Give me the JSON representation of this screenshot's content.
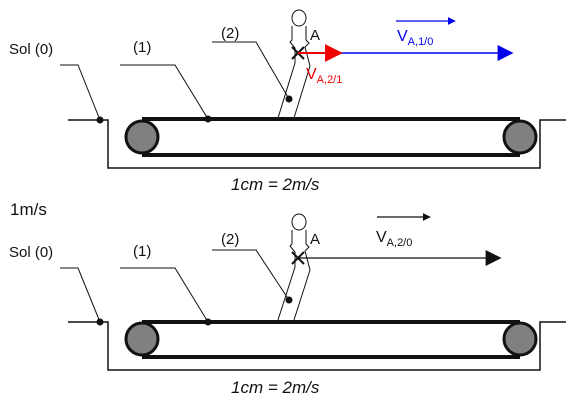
{
  "colors": {
    "ground": "#111111",
    "belt": "#111111",
    "roller": "#808080",
    "v_a10": "#0000ee",
    "v_a21": "#ee0000",
    "v_a20": "#111111"
  },
  "top": {
    "labels": {
      "sol": "Sol (0)",
      "belt": "(1)",
      "person": "(2)",
      "point": "A"
    },
    "vectors": {
      "v_a10": {
        "letter": "V",
        "sub": "A,1/0"
      },
      "v_a21": {
        "letter": "V",
        "sub": "A,2/1"
      }
    },
    "scale": "1cm = 2m/s"
  },
  "bottom": {
    "speed_label": "1m/s",
    "labels": {
      "sol": "Sol (0)",
      "belt": "(1)",
      "person": "(2)",
      "point": "A"
    },
    "vectors": {
      "v_a20": {
        "letter": "V",
        "sub": "A,2/0"
      }
    },
    "scale": "1cm = 2m/s"
  }
}
